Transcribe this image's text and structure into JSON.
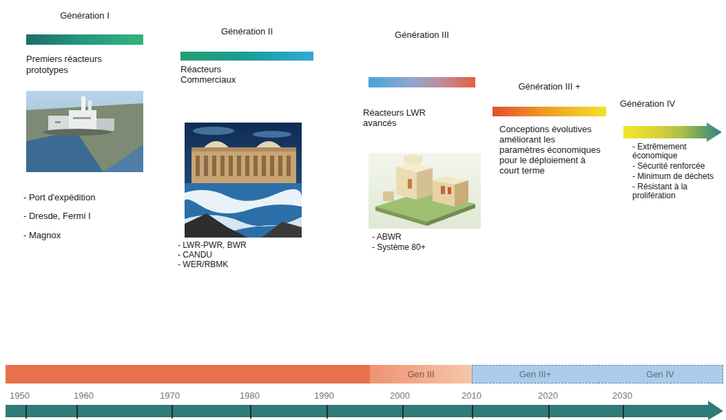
{
  "diagram": {
    "nodes": [
      {
        "text": [
          "Génération I"
        ]
      },
      {
        "text": [
          "Génération II"
        ]
      },
      {
        "text": [
          "Génération III"
        ]
      },
      {
        "text": [
          "Génération III +"
        ]
      },
      {
        "text": [
          "Génération IV"
        ]
      },
      {
        "text": [
          "Gen III"
        ]
      },
      {
        "text": [
          "Gen III+"
        ]
      },
      {
        "text": [
          "Gen IV"
        ]
      }
    ],
    "labels": [
      "Premiers réacteurs prototypes",
      "- Port d'expédition",
      "- Dresde, Fermi I",
      "- Magnox",
      "Réacteurs Commerciaux",
      "- LWR-PWR, BWR",
      "- CANDU",
      "- WER/RBMK",
      "Réacteurs LWR avancés",
      "- ABWR",
      "- Système 80+",
      "Conceptions évolutives améliorant les paramètres économiques pour le déploiement à court terme",
      "- Extrêmement économique",
      "- Sécurité renforcée",
      "- Minimum de déchets",
      "- Résistant à la prolifération",
      "1950",
      "1960",
      "1970",
      "1980",
      "1990",
      "2000",
      "2010",
      "2020",
      "2030"
    ]
  }
}
